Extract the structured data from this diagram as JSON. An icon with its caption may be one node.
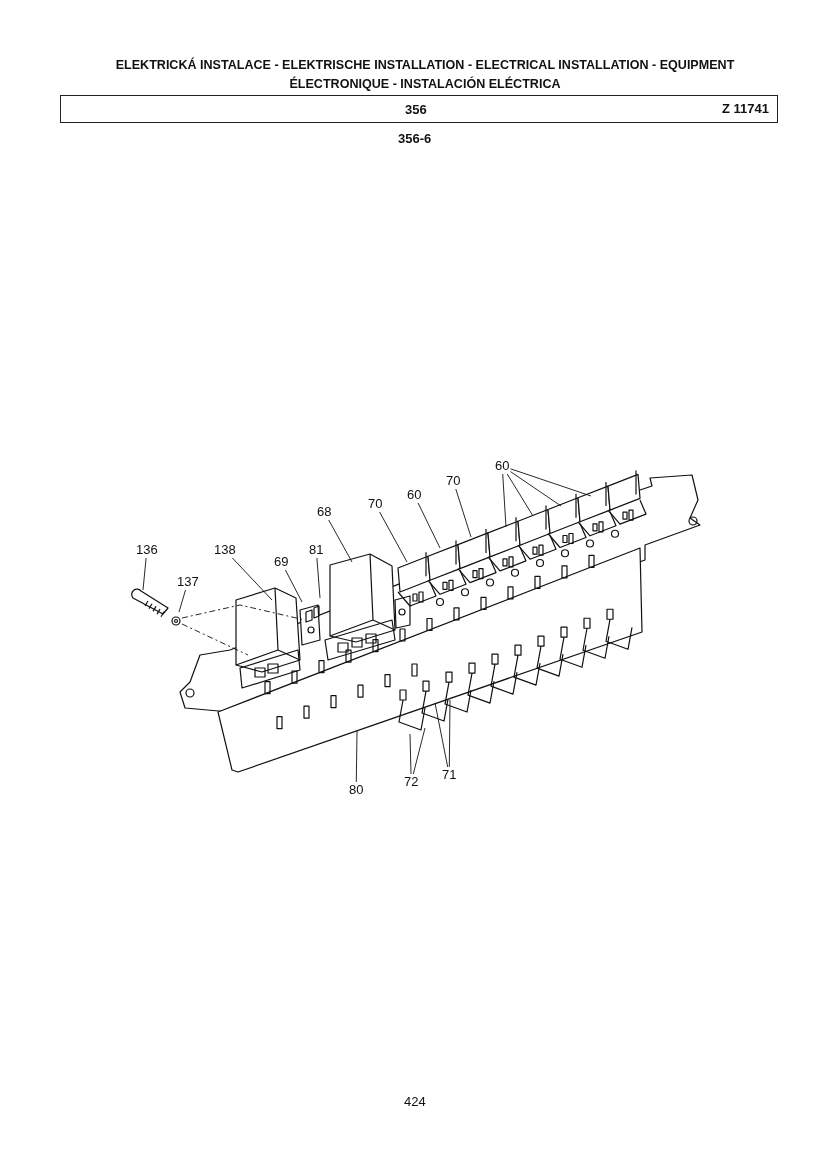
{
  "diagram": {
    "title": "ELEKTRICKÁ INSTALACE - ELEKTRISCHE INSTALLATION - ELECTRICAL INSTALLATION - EQUIPMENT ÉLECTRONIQUE - INSTALACIÓN ELÉCTRICA",
    "nodes": [
      {
        "text": [
          "136"
        ]
      },
      {
        "text": [
          "137"
        ]
      },
      {
        "text": [
          "138"
        ]
      },
      {
        "text": [
          "69"
        ]
      },
      {
        "text": [
          "81"
        ]
      },
      {
        "text": [
          "68"
        ]
      },
      {
        "text": [
          "70"
        ]
      },
      {
        "text": [
          "60"
        ]
      },
      {
        "text": [
          "70"
        ]
      },
      {
        "text": [
          "60"
        ]
      },
      {
        "text": [
          "80"
        ]
      },
      {
        "text": [
          "72"
        ]
      },
      {
        "text": [
          "71"
        ]
      }
    ],
    "edges": [
      {
        "from": 0,
        "to": null,
        "arrow": "none"
      },
      {
        "from": 1,
        "to": null,
        "arrow": "none"
      },
      {
        "from": 2,
        "to": null,
        "arrow": "none"
      },
      {
        "from": 3,
        "to": null,
        "arrow": "none"
      },
      {
        "from": 4,
        "to": null,
        "arrow": "none"
      },
      {
        "from": 5,
        "to": null,
        "arrow": "none"
      },
      {
        "from": 6,
        "to": null,
        "arrow": "none"
      },
      {
        "from": 7,
        "to": null,
        "arrow": "none"
      },
      {
        "from": 8,
        "to": null,
        "arrow": "none"
      },
      {
        "from": 9,
        "to": null,
        "arrow": "none"
      },
      {
        "from": 9,
        "to": null,
        "arrow": "none"
      },
      {
        "from": 9,
        "to": null,
        "arrow": "none"
      },
      {
        "from": 9,
        "to": null,
        "arrow": "none"
      },
      {
        "from": 10,
        "to": null,
        "arrow": "none"
      },
      {
        "from": 11,
        "to": null,
        "arrow": "none"
      },
      {
        "from": 11,
        "to": null,
        "arrow": "none"
      },
      {
        "from": 12,
        "to": null,
        "arrow": "none"
      },
      {
        "from": 12,
        "to": null,
        "arrow": "none"
      }
    ],
    "labels": [
      "356",
      "Z 11741",
      "356-6",
      "424"
    ]
  }
}
